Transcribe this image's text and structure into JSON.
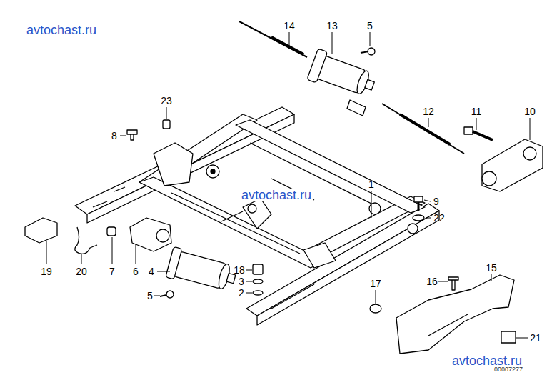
{
  "diagram": {
    "labels": [
      "avtochast.ru",
      "14",
      "13",
      "5",
      "23",
      "12",
      "11",
      "10",
      "8",
      "1",
      "avtochast.ru",
      "9",
      "22",
      "19",
      "20",
      "7",
      "6",
      "4",
      "18",
      "3",
      "16",
      "15",
      "17",
      "2",
      "5",
      "21",
      "avtochast.ru",
      "00007277"
    ]
  }
}
